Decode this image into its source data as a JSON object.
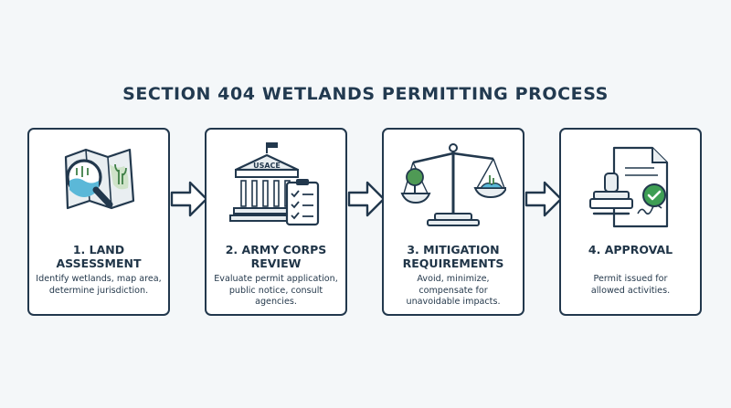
{
  "title": "SECTION 404 WETLANDS PERMITTING PROCESS",
  "steps": [
    {
      "title": "1. LAND ASSESSMENT",
      "description": "Identify wetlands, map area, determine jurisdiction."
    },
    {
      "title": "2. ARMY CORPS REVIEW",
      "description": "Evaluate permit application, public notice, consult agencies."
    },
    {
      "title": "3. MITIGATION REQUIREMENTS",
      "description": "Avoid, minimize, compensate for unavoidable impacts."
    },
    {
      "title": "4. APPROVAL",
      "description": "Permit issued for allowed activities."
    }
  ],
  "building_sign": "USACE",
  "colors": {
    "outline": "#22384d",
    "water": "#5bb8d8",
    "green": "#4f9a55",
    "check": "#3e9e54",
    "background": "#f4f7f9"
  }
}
